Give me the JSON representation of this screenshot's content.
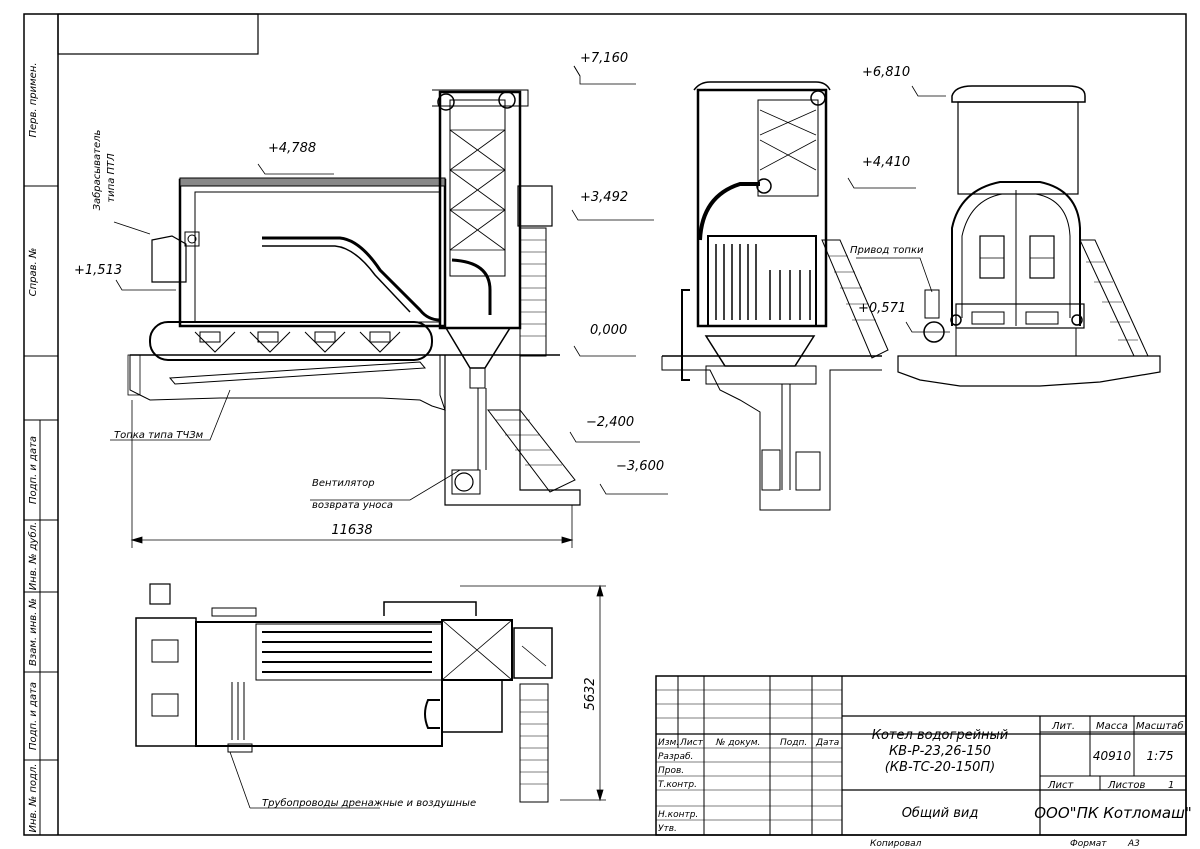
{
  "elevations": {
    "e7160": "+7,160",
    "e4788": "+4,788",
    "e3492": "+3,492",
    "e1513": "+1,513",
    "e0000": "0,000",
    "em2400": "−2,400",
    "em3600": "−3,600",
    "e6810": "+6,810",
    "e4410": "+4,410",
    "e0571": "+0,571"
  },
  "dimensions": {
    "length": "11638",
    "width": "5632"
  },
  "labels": {
    "thrower_line1": "Забрасыватель",
    "thrower_line2": "типа ПТЛ",
    "furnace": "Топка типа ТЧЗм",
    "fan_line1": "Вентилятор",
    "fan_line2": "возврата уноса",
    "furnace_drive": "Привод топки",
    "pipes": "Трубопроводы дренажные и воздушные"
  },
  "left_strip": [
    "Перв. примен.",
    "Справ. №",
    "Подп. и дата",
    "Инв. № дубл.",
    "Взам. инв. №",
    "Подп. и дата",
    "Инв. № подл."
  ],
  "title_block": {
    "col_headers": [
      "Изм.",
      "Лист",
      "№ докум.",
      "Подп.",
      "Дата"
    ],
    "roles": [
      "Разраб.",
      "Пров.",
      "Т.контр.",
      "",
      "Н.контр.",
      "Утв."
    ],
    "title_line1": "Котел водогрейный",
    "title_line2": "КВ-Р-23,26-150",
    "title_line3": "(КВ-ТС-20-150П)",
    "subtitle": "Общий вид",
    "lit_header": "Лит.",
    "mass_header": "Масса",
    "scale_header": "Масштаб",
    "mass_value": "40910",
    "scale_value": "1:75",
    "sheet_label": "Лист",
    "sheets_label": "Листов",
    "sheets_value": "1",
    "company": "ООО\"ПК Котломаш\"",
    "copied": "Копировал",
    "format_label": "Формат",
    "format_value": "А3"
  }
}
